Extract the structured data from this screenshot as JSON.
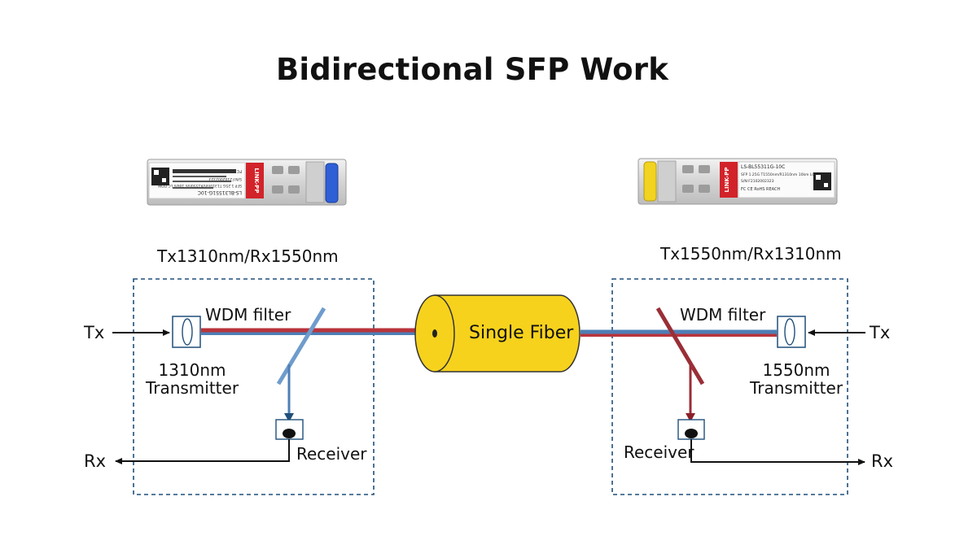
{
  "title": "Bidirectional SFP Work",
  "left": {
    "wavelengths": "Tx1310nm/Rx1550nm",
    "tx_label": "Tx",
    "rx_label": "Rx",
    "filter_label": "WDM filter",
    "transmitter_line1": "1310nm",
    "transmitter_line2": "Transmitter",
    "receiver_label": "Receiver",
    "module": {
      "brand": "LINK-PP",
      "part": "LS-BL31551G-10C",
      "spec": "SFP 1.25G T1310nm/R1550nm 10km LC DDM",
      "serial": "S/N:F2102002323",
      "marks": "FC  CE  RoHS  REACH",
      "latch_color": "#2e5fd6"
    }
  },
  "right": {
    "wavelengths": "Tx1550nm/Rx1310nm",
    "tx_label": "Tx",
    "rx_label": "Rx",
    "filter_label": "WDM filter",
    "transmitter_line1": "1550nm",
    "transmitter_line2": "Transmitter",
    "receiver_label": "Receiver",
    "module": {
      "brand": "LINK-PP",
      "part": "LS-BL55311G-10C",
      "spec": "SFP 1.25G T1550nm/R1310nm 10km LC DDM",
      "serial": "S/N:F2102002323",
      "marks": "FC  CE  RoHS  REACH",
      "latch_color": "#f1d320"
    }
  },
  "fiber_label": "Single Fiber",
  "colors": {
    "beam_1310": "#b8343c",
    "beam_1550": "#4e7fb6",
    "fiber_fill": "#f6d21d",
    "box_border": "#1f4f7a",
    "brand_red": "#d2232a"
  }
}
